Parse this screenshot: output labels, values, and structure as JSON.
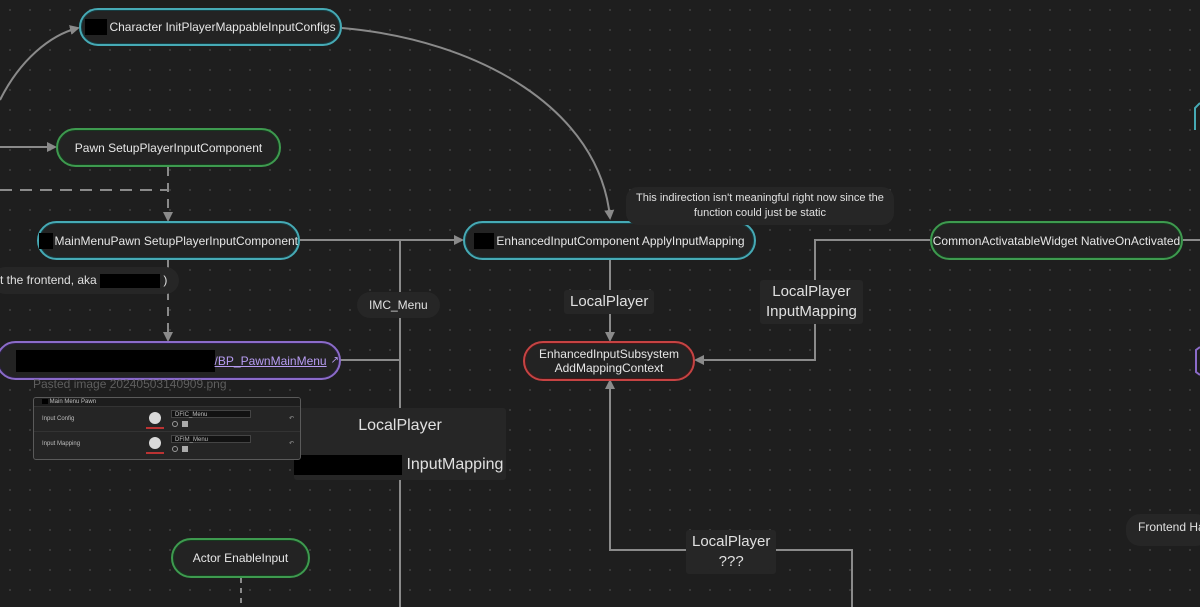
{
  "nodes": {
    "character_init": "Character InitPlayerMappableInputConfigs",
    "pawn_setup": "Pawn SetupPlayerInputComponent",
    "mainmenu_setup": "MainMenuPawn SetupPlayerInputComponent",
    "bp_pawn_link": "/BP_PawnMainMenu",
    "eic_apply": "EnhancedInputComponent ApplyInputMapping",
    "subsystem_line1": "EnhancedInputSubsystem",
    "subsystem_line2": "AddMappingContext",
    "common_widget": "CommonActivatableWidget NativeOnActivated",
    "actor_enable": "Actor EnableInput"
  },
  "labels": {
    "frontend_partial_a": "t the frontend, aka",
    "frontend_partial_b": ")",
    "imc_menu": "IMC_Menu",
    "localplayer_center": "LocalPlayer",
    "localplayer_inputmapping_l1": "LocalPlayer",
    "localplayer_inputmapping_l2": "InputMapping",
    "localplayer_big": "LocalPlayer",
    "inputmapping_big": "InputMapping",
    "localplayer_q_l1": "LocalPlayer",
    "localplayer_q_l2": "???",
    "note_l1": "This indirection isn't meaningful right now since the",
    "note_l2": "function could just be static",
    "frontend_right": "Frontend Ha"
  },
  "embed": {
    "caption": "Pasted image 20240503140909.png",
    "header": "Main Menu Pawn",
    "rows": [
      {
        "label": "Input Config",
        "value": "DFIC_Menu"
      },
      {
        "label": "Input Mapping",
        "value": "DFIM_Menu"
      }
    ]
  },
  "colors": {
    "teal": "#46aab5",
    "green": "#3e9a4f",
    "purple": "#8b6bc9",
    "red": "#c64343",
    "edge": "#8a8a8a"
  }
}
